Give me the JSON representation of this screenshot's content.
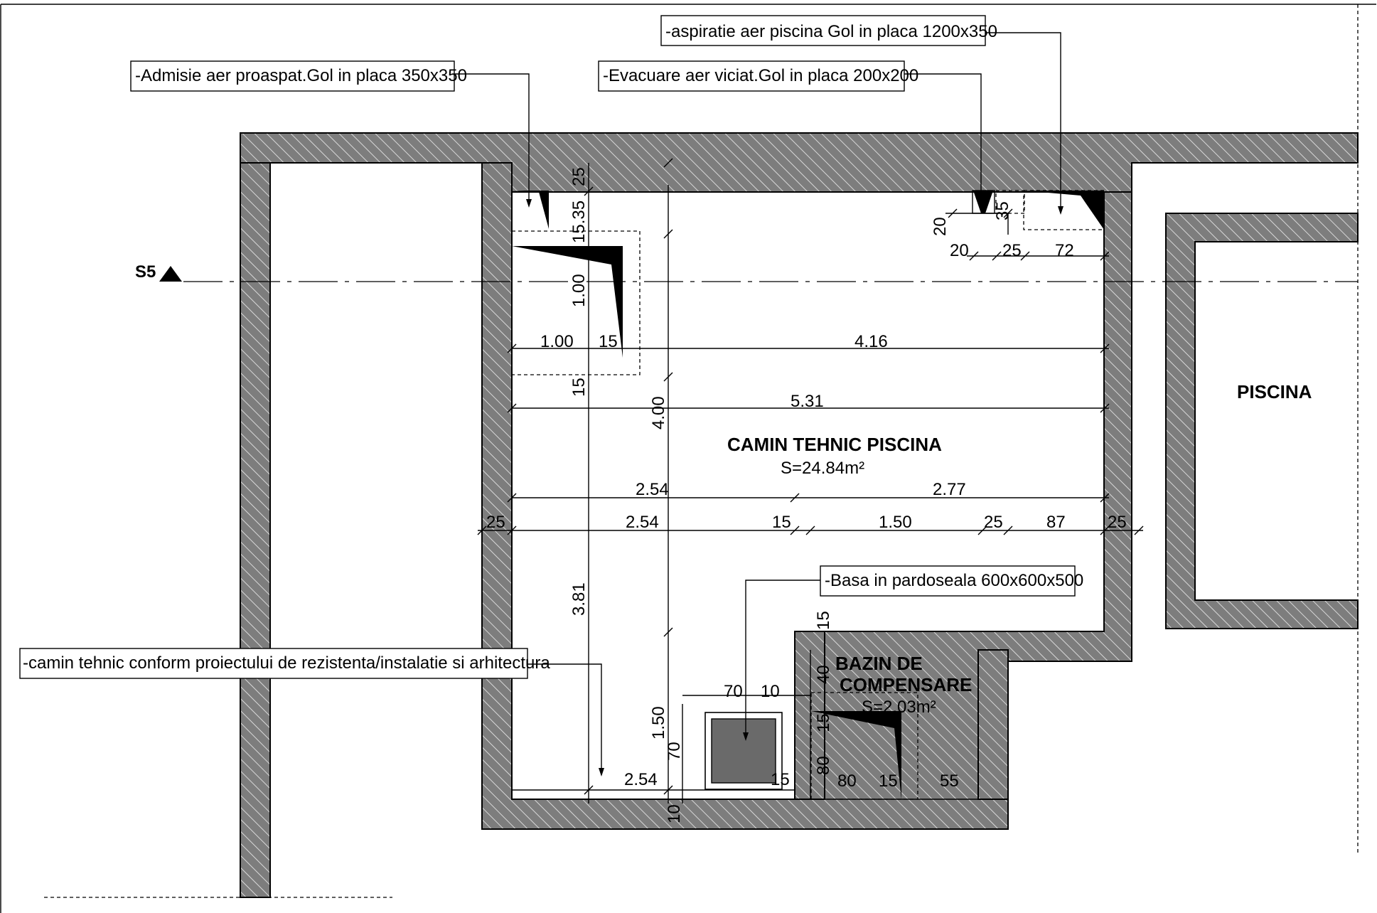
{
  "section_marker": {
    "label": "S5"
  },
  "rooms": {
    "main": {
      "name": "CAMIN TEHNIC PISCINA",
      "area": "S=24.84m²"
    },
    "bazin": {
      "name_line1": "BAZIN DE",
      "name_line2": "COMPENSARE",
      "area": "S=2.03m²"
    },
    "piscina": {
      "name": "PISCINA"
    }
  },
  "notes": {
    "admisie": "-Admisie aer proaspat.Gol in placa 350x350",
    "evacuare": "-Evacuare aer viciat.Gol in placa 200x200",
    "aspiratie": "-aspiratie aer piscina Gol in placa 1200x350",
    "basa": "-Basa in pardoseala 600x600x500",
    "camin": "-camin tehnic conform proiectului de rezistenta/instalatie si arhitectura"
  },
  "dimensions": {
    "top_v_25": "25",
    "top_v_15_35": "15.35",
    "v_1_00": "1.00",
    "v_15_a": "15",
    "h_1_00": "1.00",
    "h_15_a": "15",
    "h_4_16": "4.16",
    "h_5_31": "5.31",
    "v_4_00": "4.00",
    "h_2_54_a": "2.54",
    "h_2_77": "2.77",
    "h_25_l": "25",
    "h_2_54_b": "2.54",
    "h_15_b": "15",
    "h_1_50": "1.50",
    "h_25_m": "25",
    "h_87": "87",
    "h_25_r": "25",
    "v_20": "20",
    "v_35": "35",
    "h_20": "20",
    "h_25_t": "25",
    "h_72": "72",
    "v_3_81": "3.81",
    "v_1_50": "1.50",
    "v_70": "70",
    "v_10": "10",
    "h_70": "70",
    "h_10": "10",
    "h_2_54_c": "2.54",
    "h_15_c": "15",
    "v_15_b": "15",
    "v_40": "40",
    "v_15_c": "15",
    "v_80": "80",
    "h_80": "80",
    "h_15_d": "15",
    "h_55": "55"
  }
}
